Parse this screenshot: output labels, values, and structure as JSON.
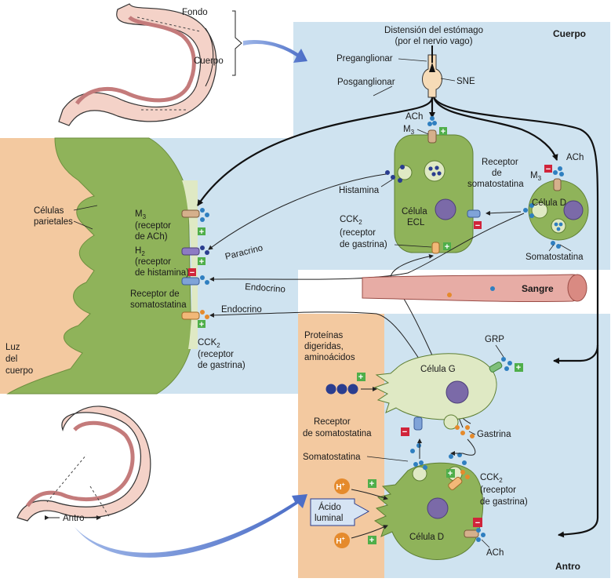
{
  "labels": {
    "fondo": "Fondo",
    "cuerpo_small": "Cuerpo",
    "cuerpo_region": "Cuerpo",
    "distension_1": "Distensión del estómago",
    "distension_2": "(por el nervio vago)",
    "preganglionar": "Preganglionar",
    "posganglionar": "Posganglionar",
    "sne": "SNE",
    "ach_top": "ACh",
    "m3_ecl": "M",
    "m3_ecl_sub": "3",
    "ach_d1": "ACh",
    "m3_d1": "M",
    "m3_d1_sub": "3",
    "histamina": "Histamina",
    "receptor_somat_ecl_1": "Receptor",
    "receptor_somat_ecl_2": "de",
    "receptor_somat_ecl_3": "somatostatina",
    "celula_d_top": "Célula D",
    "celula_ecl_1": "Célula",
    "celula_ecl_2": "ECL",
    "cck2_top_1": "CCK",
    "cck2_top_sub": "2",
    "cck2_top_2": "(receptor",
    "cck2_top_3": "de gastrina)",
    "somatostatina_top": "Somatostatina",
    "celulas_parietales_1": "Células",
    "celulas_parietales_2": "parietales",
    "m3_par_1": "M",
    "m3_par_sub": "3",
    "m3_par_2": "(receptor",
    "m3_par_3": "de ACh)",
    "h2_1": "H",
    "h2_sub": "2",
    "h2_2": "(receptor",
    "h2_3": "de histamina)",
    "receptor_somat_par_1": "Receptor de",
    "receptor_somat_par_2": "somatostatina",
    "cck2_par_1": "CCK",
    "cck2_par_sub": "2",
    "cck2_par_2": "(receptor",
    "cck2_par_3": "de gastrina)",
    "paracrino": "Paracrino",
    "endocrino_1": "Endocrino",
    "endocrino_2": "Endocrino",
    "sangre": "Sangre",
    "luz_1": "Luz",
    "luz_2": "del",
    "luz_3": "cuerpo",
    "proteinas_1": "Proteínas",
    "proteinas_2": "digeridas,",
    "proteinas_3": "aminoácidos",
    "grp": "GRP",
    "celula_g": "Célula G",
    "receptor_somat_g_1": "Receptor",
    "receptor_somat_g_2": "de somatostatina",
    "gastrina": "Gastrina",
    "somatostatina_bottom": "Somatostatina",
    "cck2_bot_1": "CCK",
    "cck2_bot_sub": "2",
    "cck2_bot_2": "(receptor",
    "cck2_bot_3": "de gastrina)",
    "acido_1": "Ácido",
    "acido_2": "luminal",
    "celula_d_bottom": "Célula D",
    "ach_bottom": "ACh",
    "antro_small": "Antro",
    "antro_region": "Antro",
    "hplus": "H",
    "hplus_sup": "+",
    "plus": "+",
    "minus": "−"
  },
  "colors": {
    "blue_panel": "#cfe3f0",
    "lumen_tan": "#f3c9a0",
    "cell_green": "#8fb35a",
    "cell_light": "#dfe9c4",
    "nucleus": "#7b6aa8",
    "blood": "#e7aca5",
    "plus_green": "#4fae4a",
    "minus_red": "#d0243a",
    "dot_blue": "#2f7fc0",
    "dot_navy": "#2a3d8f",
    "dot_orange": "#e58a2c",
    "arrow_blue": "#4b6fc4"
  }
}
